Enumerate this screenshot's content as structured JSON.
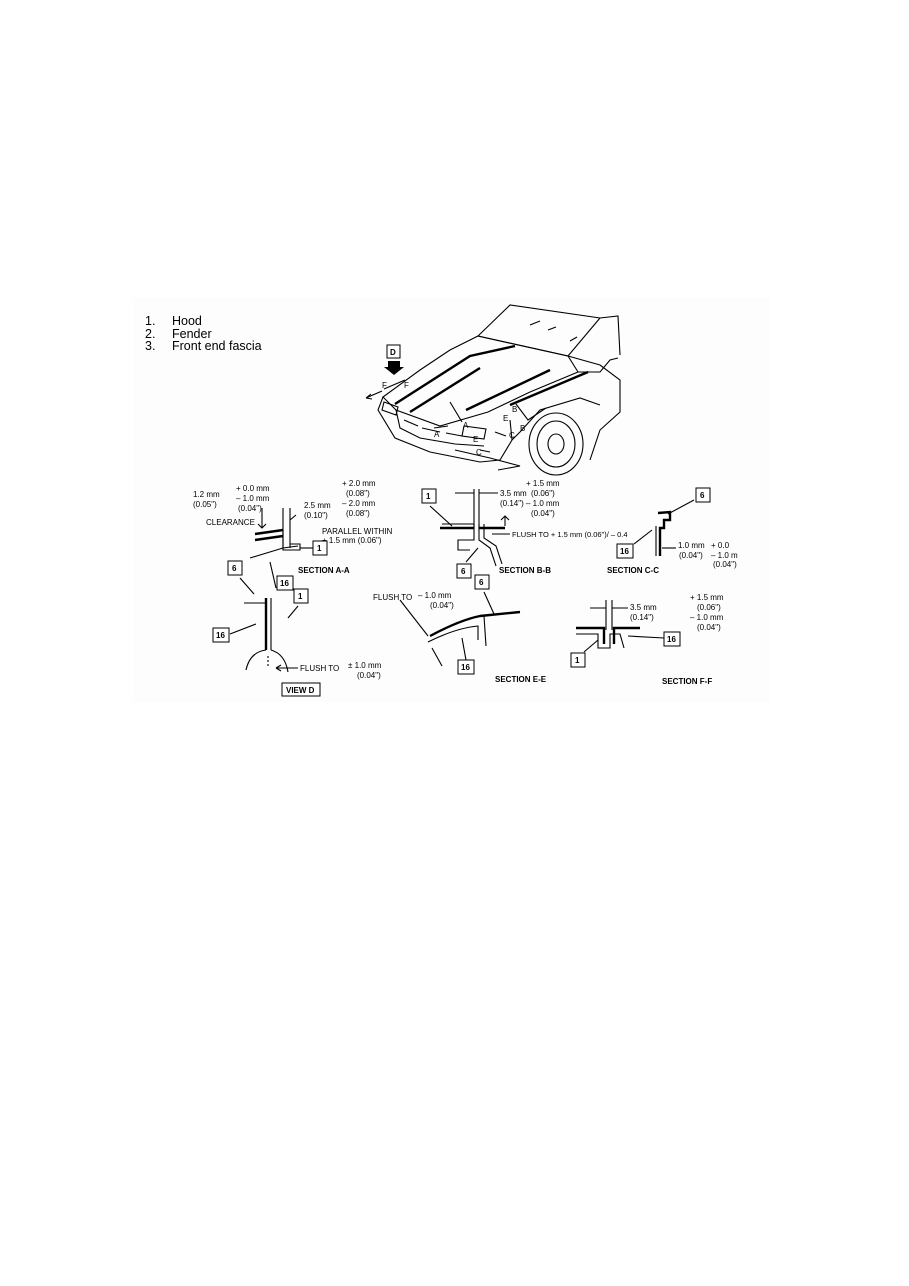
{
  "legend": [
    {
      "num": "1.",
      "label": "Hood"
    },
    {
      "num": "2.",
      "label": "Fender"
    },
    {
      "num": "3.",
      "label": "Front end fascia"
    }
  ],
  "car": {
    "view_marker": "D",
    "section_letters": [
      "F",
      "F",
      "A",
      "A",
      "E",
      "E",
      "B",
      "B",
      "C",
      "C"
    ]
  },
  "callouts": {
    "hood": "1",
    "fender": "6",
    "fascia": "16"
  },
  "section_aa": {
    "title": "SECTION A-A",
    "dim1": "1.2 mm",
    "dim1_in": "(0.05\")",
    "tol1_plus": "+ 0.0 mm",
    "tol1_minus": "– 1.0 mm",
    "tol1_in": "(0.04\")",
    "dim2": "2.5 mm",
    "dim2_in": "(0.10\")",
    "tol2_plus": "+ 2.0 mm",
    "tol2_plus_in": "(0.08\")",
    "tol2_minus": "– 2.0 mm",
    "tol2_minus_in": "(0.08\")",
    "clearance": "CLEARANCE",
    "parallel": "PARALLEL WITHIN",
    "parallel_val": "+ 1.5 mm (0.06\")"
  },
  "section_bb": {
    "title": "SECTION B-B",
    "dim": "3.5 mm",
    "dim_in": "(0.14\")",
    "tol_plus": "+ 1.5 mm",
    "tol_plus_in": "(0.06\")",
    "tol_minus": "– 1.0 mm",
    "tol_minus_in": "(0.04\")",
    "flush": "FLUSH TO + 1.5 mm (0.06\")/ – 0.4"
  },
  "section_cc": {
    "title": "SECTION C-C",
    "dim": "1.0 mm",
    "dim_in": "(0.04\")",
    "tol_plus": "+ 0.0",
    "tol_minus": "– 1.0 m",
    "tol_in": "(0.04\")"
  },
  "view_d": {
    "title": "VIEW D",
    "flush": "FLUSH TO",
    "tol": "± 1.0 mm",
    "tol_in": "(0.04\")"
  },
  "section_ee": {
    "title": "SECTION E-E",
    "flush": "FLUSH TO",
    "tol": "– 1.0 mm",
    "tol_in": "(0.04\")"
  },
  "section_ff": {
    "title": "SECTION F-F",
    "dim": "3.5 mm",
    "dim_in": "(0.14\")",
    "tol_plus": "+ 1.5 mm",
    "tol_plus_in": "(0.06\")",
    "tol_minus": "– 1.0 mm",
    "tol_minus_in": "(0.04\")"
  }
}
